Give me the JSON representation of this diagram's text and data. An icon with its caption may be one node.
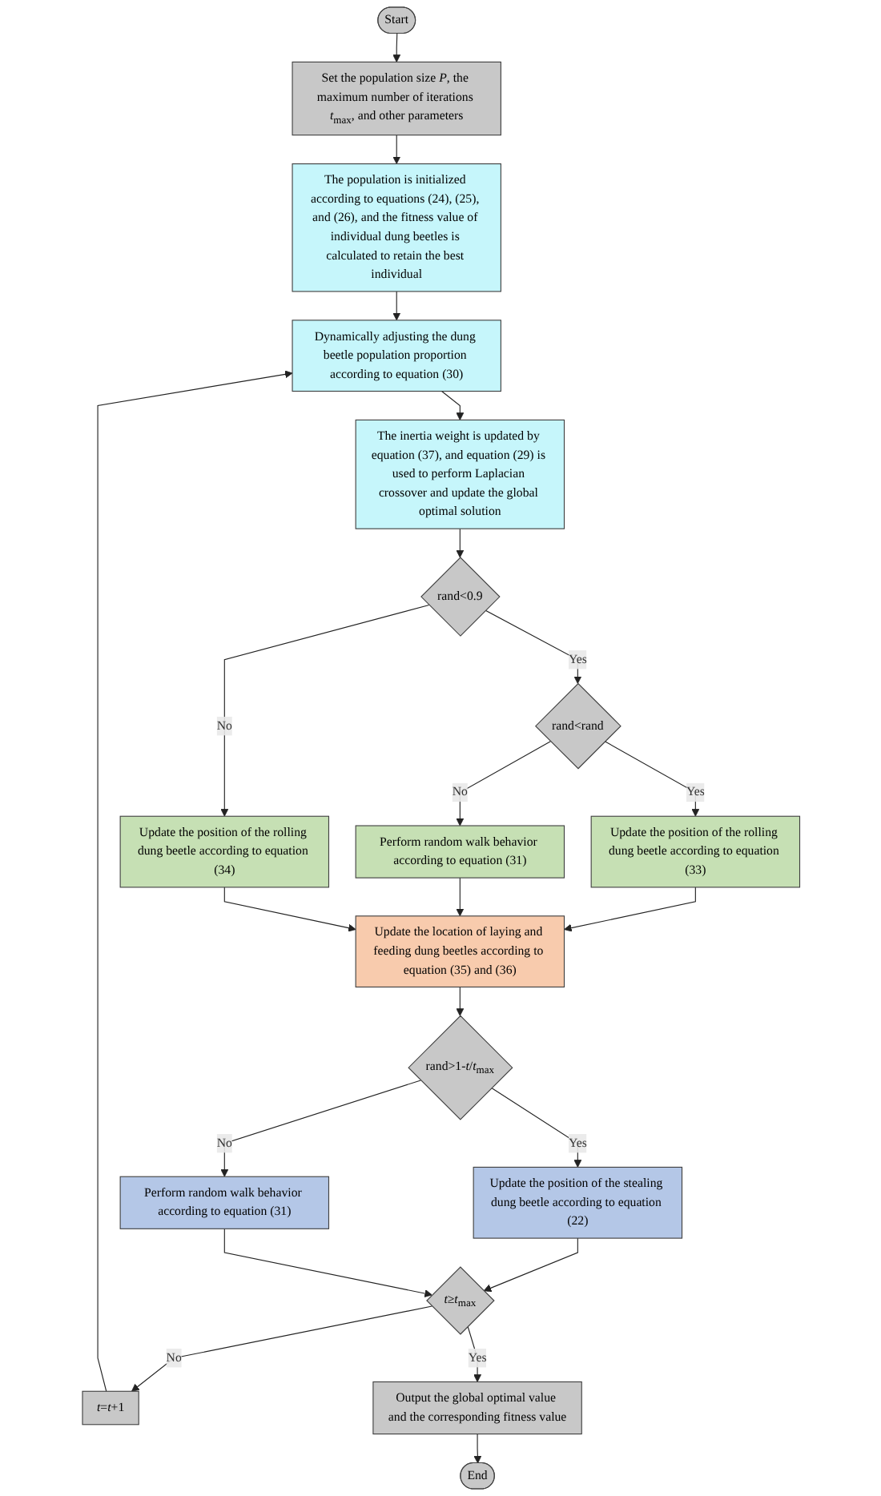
{
  "diagram": {
    "nodes": [
      {
        "text": [
          "Start"
        ]
      },
      {
        "text": [
          "Set the population size *P*, the maximum number of iterations *t*$_{max}$, and other parameters"
        ]
      },
      {
        "text": [
          "The population is initialized according to equations (24), (25), and (26), and the fitness value of individual dung beetles is calculated to retain the best individual"
        ]
      },
      {
        "text": [
          "Dynamically adjusting the dung beetle population proportion according to equation (30)"
        ]
      },
      {
        "text": [
          "The inertia weight is updated by equation (37), and equation (29) is used to perform Laplacian crossover and update the global optimal solution"
        ]
      },
      {
        "text": [
          "rand<0.9"
        ]
      },
      {
        "text": [
          "rand<rand"
        ]
      },
      {
        "text": [
          "*t*=*t*+1"
        ]
      },
      {
        "text": [
          "Update the position of the rolling dung beetle according to equation (33)"
        ]
      },
      {
        "text": [
          "Perform random walk behavior according to equation (31)"
        ]
      },
      {
        "text": [
          "Update the position of the rolling dung beetle according to equation (34)"
        ]
      },
      {
        "text": [
          "Update the location of laying and feeding dung beetles according to equation (35) and (36)"
        ]
      },
      {
        "text": [
          "rand>1-*t*/*t*$_{max}$"
        ]
      },
      {
        "text": [
          "Update the position of the stealing dung beetle according to equation (22)"
        ]
      },
      {
        "text": [
          "Perform random walk behavior according to equation (31)"
        ]
      },
      {
        "text": [
          "*t*≥*t*$_{max}$"
        ]
      },
      {
        "text": [
          "Output the global optimal value and the corresponding fitness value"
        ]
      },
      {
        "text": [
          "End"
        ]
      }
    ],
    "edges": [
      {
        "from": 0,
        "to": 1,
        "arrow": "to"
      },
      {
        "from": 1,
        "to": 2,
        "arrow": "to"
      },
      {
        "from": 2,
        "to": 3,
        "arrow": "to"
      },
      {
        "from": 3,
        "to": 4,
        "arrow": "to"
      },
      {
        "from": 4,
        "to": 5,
        "arrow": "to"
      },
      {
        "from": 5,
        "to": 6,
        "arrow": "to",
        "label": "Yes"
      },
      {
        "from": 5,
        "to": 10,
        "arrow": "to",
        "label": "No"
      },
      {
        "from": 6,
        "to": 8,
        "arrow": "to",
        "label": "Yes"
      },
      {
        "from": 6,
        "to": 9,
        "arrow": "to",
        "label": "No"
      },
      {
        "from": 8,
        "to": 11,
        "arrow": "to"
      },
      {
        "from": 9,
        "to": 11,
        "arrow": "to"
      },
      {
        "from": 10,
        "to": 11,
        "arrow": "to"
      },
      {
        "from": 11,
        "to": 12,
        "arrow": "to"
      },
      {
        "from": 12,
        "to": 13,
        "arrow": "to",
        "label": "Yes"
      },
      {
        "from": 12,
        "to": 14,
        "arrow": "to",
        "label": "No"
      },
      {
        "from": 13,
        "to": 15,
        "arrow": "to"
      },
      {
        "from": 14,
        "to": 15,
        "arrow": "to"
      },
      {
        "from": 15,
        "to": 7,
        "arrow": "to",
        "label": "No"
      },
      {
        "from": 7,
        "to": 3,
        "arrow": "to"
      },
      {
        "from": 15,
        "to": 16,
        "arrow": "to",
        "label": "Yes"
      },
      {
        "from": 16,
        "to": 17,
        "arrow": "to"
      }
    ]
  }
}
